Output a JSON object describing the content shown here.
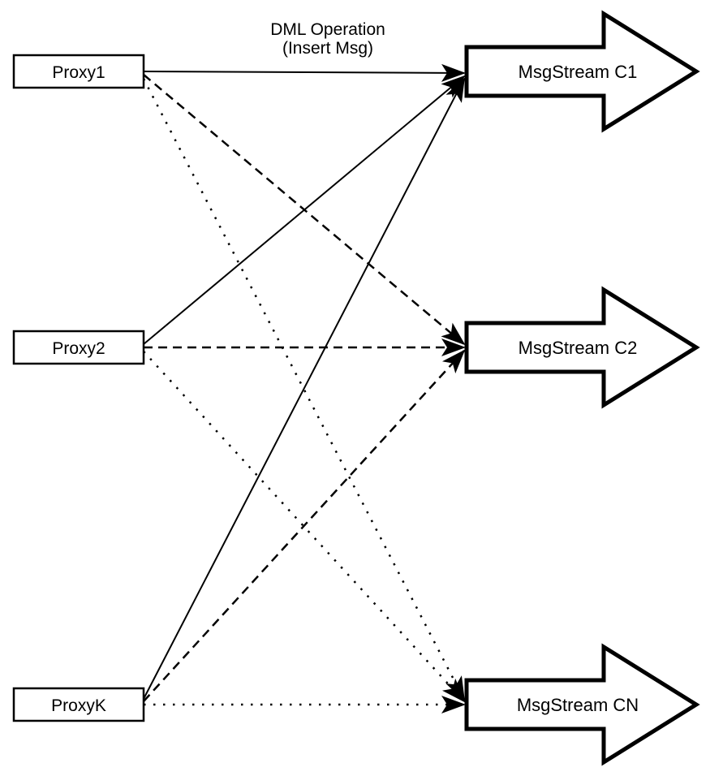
{
  "caption": {
    "line1": "DML Operation",
    "line2": "(Insert Msg)"
  },
  "proxies": [
    {
      "id": "proxy1",
      "label": "Proxy1"
    },
    {
      "id": "proxy2",
      "label": "Proxy2"
    },
    {
      "id": "proxyk",
      "label": "ProxyK"
    }
  ],
  "streams": [
    {
      "id": "c1",
      "label": "MsgStream C1"
    },
    {
      "id": "c2",
      "label": "MsgStream C2"
    },
    {
      "id": "cn",
      "label": "MsgStream CN"
    }
  ],
  "connections": [
    {
      "from": "Proxy1",
      "to": "MsgStream C1",
      "line_style": "solid"
    },
    {
      "from": "Proxy1",
      "to": "MsgStream C2",
      "line_style": "dashed"
    },
    {
      "from": "Proxy1",
      "to": "MsgStream CN",
      "line_style": "dotted"
    },
    {
      "from": "Proxy2",
      "to": "MsgStream C1",
      "line_style": "solid"
    },
    {
      "from": "Proxy2",
      "to": "MsgStream C2",
      "line_style": "dashed"
    },
    {
      "from": "Proxy2",
      "to": "MsgStream CN",
      "line_style": "dotted"
    },
    {
      "from": "ProxyK",
      "to": "MsgStream C1",
      "line_style": "solid"
    },
    {
      "from": "ProxyK",
      "to": "MsgStream C2",
      "line_style": "dashed"
    },
    {
      "from": "ProxyK",
      "to": "MsgStream CN",
      "line_style": "dotted"
    }
  ],
  "colors": {
    "stroke": "#000000",
    "node_fill": "#ffffff",
    "background": "#ffffff"
  }
}
